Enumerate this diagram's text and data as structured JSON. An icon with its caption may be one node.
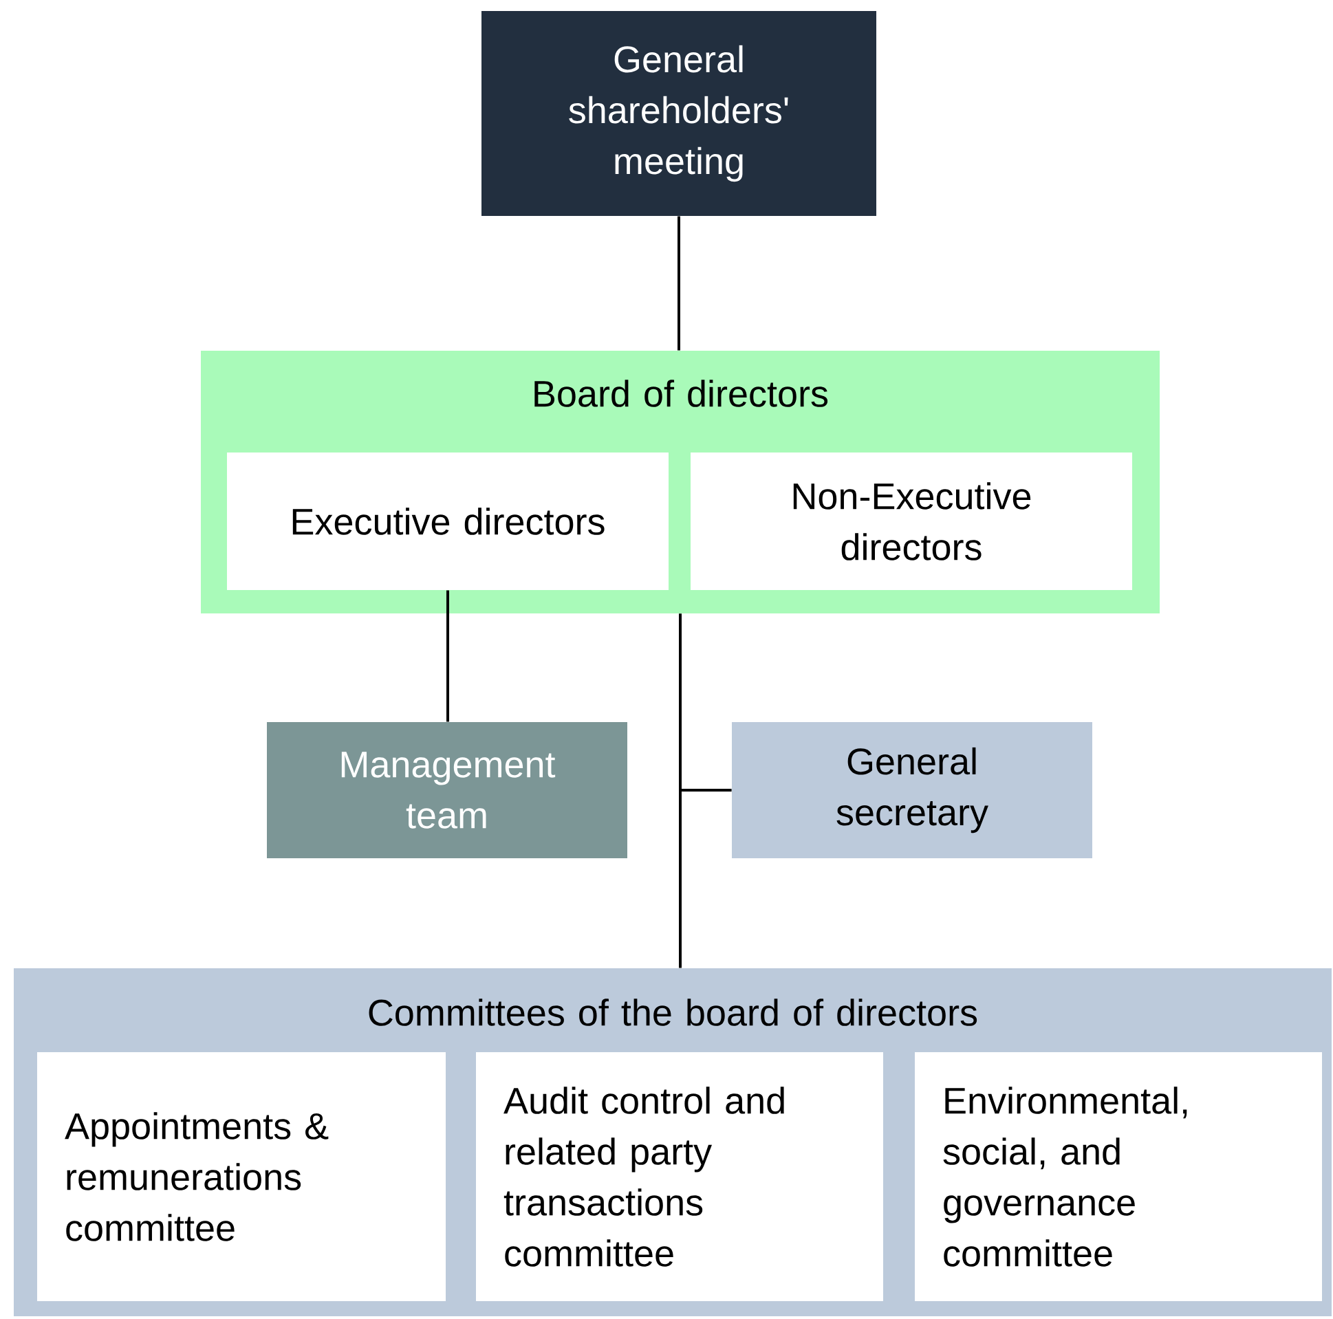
{
  "diagram": {
    "nodes": [
      {
        "text": [
          "General shareholders' meeting"
        ]
      },
      {
        "text": [
          "Board of directors"
        ]
      },
      {
        "text": [
          "Executive directors"
        ],
        "in": 1
      },
      {
        "text": [
          "Non-Executive directors"
        ],
        "in": 1
      },
      {
        "text": [
          "Management team"
        ]
      },
      {
        "text": [
          "General secretary"
        ]
      },
      {
        "text": [
          "Committees of the board of directors"
        ]
      },
      {
        "text": [
          "Appointments & remunerations committee"
        ],
        "in": 6
      },
      {
        "text": [
          "Audit control and related party transactions committee"
        ],
        "in": 6
      },
      {
        "text": [
          "Environmental, social, and governance committee"
        ],
        "in": 6
      }
    ],
    "edges": [
      {
        "from": 0,
        "to": 1,
        "arrow": "none"
      },
      {
        "from": 2,
        "to": 4,
        "arrow": "none"
      },
      {
        "from": 1,
        "to": 5,
        "arrow": "none"
      },
      {
        "from": 1,
        "to": 6,
        "arrow": "none"
      }
    ]
  }
}
